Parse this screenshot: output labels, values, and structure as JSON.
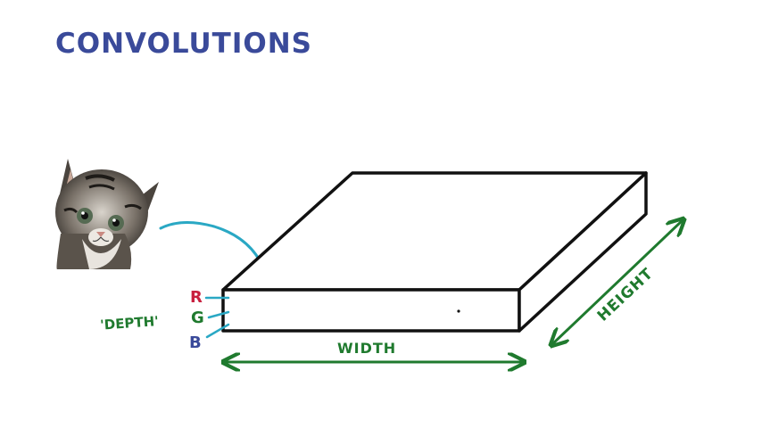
{
  "title": "CONVOLUTIONS",
  "colors": {
    "background": "#ffffff",
    "title": "#3a4a9a",
    "outline": "#111111",
    "dimension": "#1f7a2e",
    "arrow": "#2aa8c4",
    "channel_r": "#c8203f",
    "channel_g": "#1f7a2e",
    "channel_b": "#3a4a9a"
  },
  "image": {
    "icon": "kitten-photo"
  },
  "channels": [
    {
      "label": "R",
      "color_key": "channel_r"
    },
    {
      "label": "G",
      "color_key": "channel_g"
    },
    {
      "label": "B",
      "color_key": "channel_b"
    }
  ],
  "labels": {
    "depth": "'DEPTH'",
    "width": "WIDTH",
    "height": "HEIGHT"
  }
}
